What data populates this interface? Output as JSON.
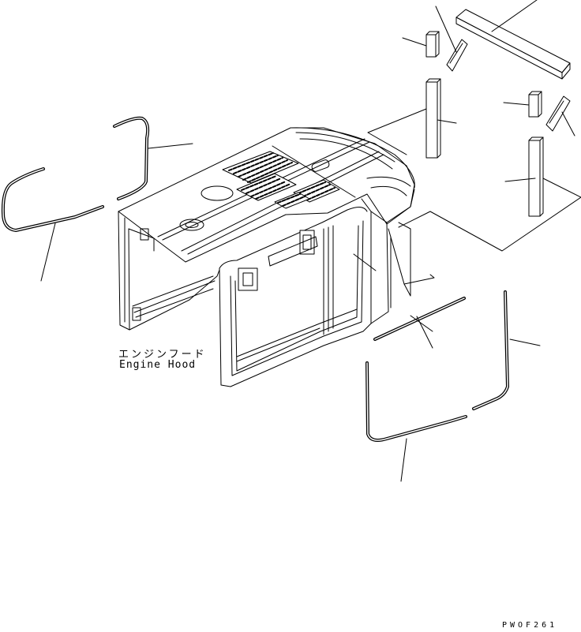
{
  "labels": {
    "part_name_jp": "エンジンフード",
    "part_name_en": "Engine Hood"
  },
  "drawing_code": "PWOF261",
  "colors": {
    "line": "#000000",
    "background": "#ffffff"
  }
}
